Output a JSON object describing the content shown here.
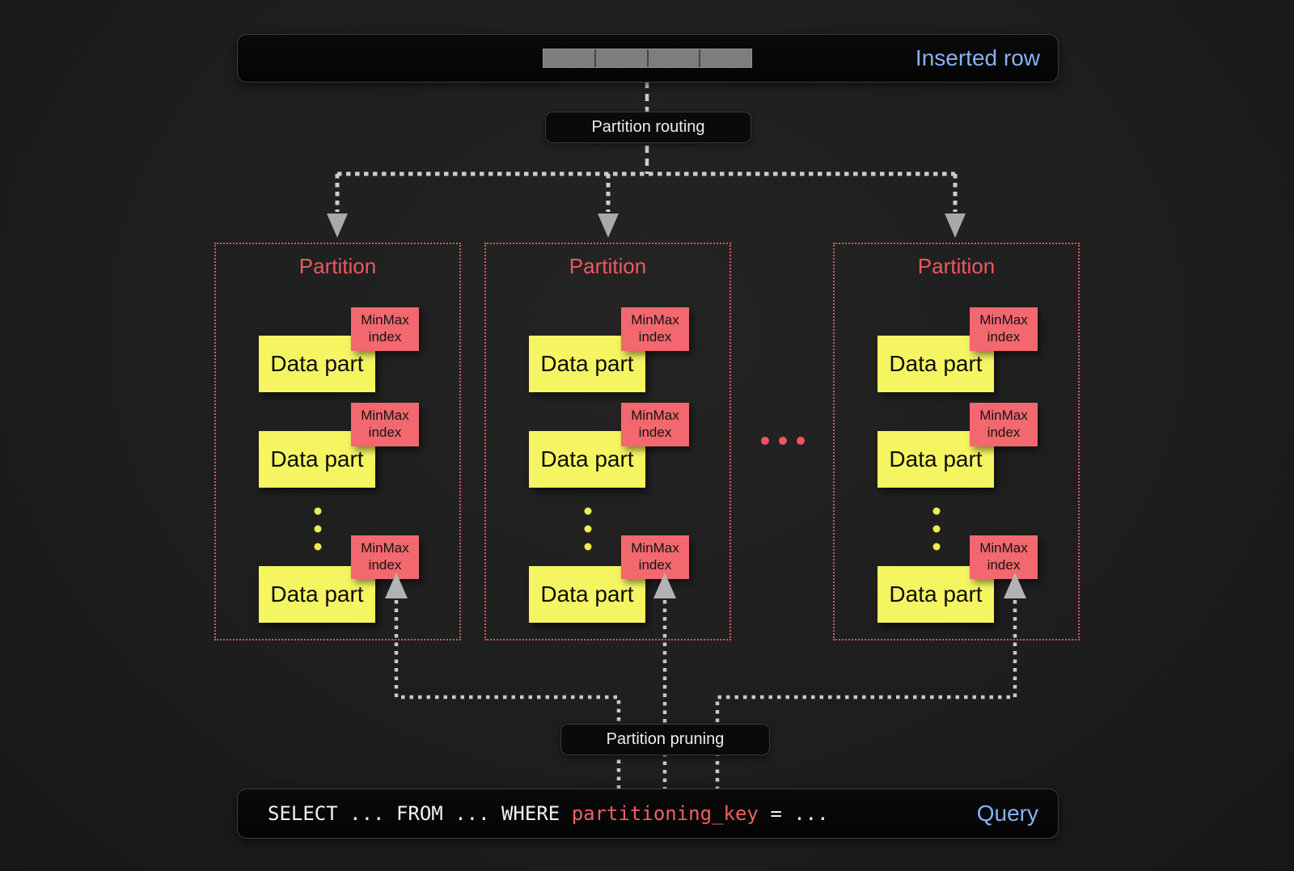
{
  "colors": {
    "background": "#1e1e1e",
    "accent_blue": "#86b2f2",
    "accent_red": "#ef5f64",
    "partition_border_red": "#d85a5a",
    "data_part_yellow": "#f5f562",
    "minmax_tag_red": "#f2686e",
    "connector_gray": "#cdcdcd"
  },
  "inserted_row": {
    "label": "Inserted row",
    "segment_count": 4
  },
  "labels": {
    "routing": "Partition routing",
    "pruning": "Partition pruning"
  },
  "partitions": [
    {
      "title": "Partition",
      "parts": [
        {
          "label": "Data part",
          "tag": "MinMax index"
        },
        {
          "label": "Data part",
          "tag": "MinMax index"
        },
        {
          "label": "Data part",
          "tag": "MinMax index"
        }
      ]
    },
    {
      "title": "Partition",
      "parts": [
        {
          "label": "Data part",
          "tag": "MinMax index"
        },
        {
          "label": "Data part",
          "tag": "MinMax index"
        },
        {
          "label": "Data part",
          "tag": "MinMax index"
        }
      ]
    },
    {
      "title": "Partition",
      "parts": [
        {
          "label": "Data part",
          "tag": "MinMax index"
        },
        {
          "label": "Data part",
          "tag": "MinMax index"
        },
        {
          "label": "Data part",
          "tag": "MinMax index"
        }
      ]
    }
  ],
  "query": {
    "text_before": "SELECT ... FROM ... WHERE ",
    "key": "partitioning_key",
    "text_after": " = ...",
    "label": "Query"
  }
}
